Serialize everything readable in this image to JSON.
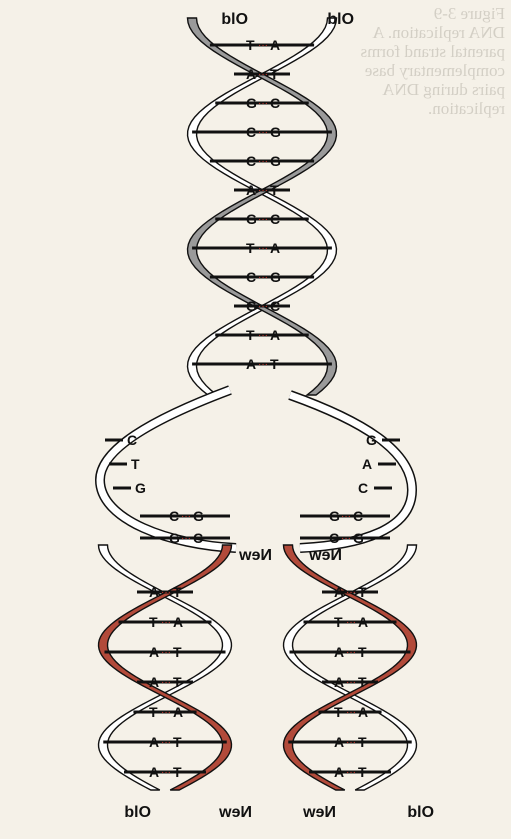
{
  "caption_ghost": "Figure 3-9\nDNA replication. A\nparental strand forms\ncomplementary base\npairs during DNA\nreplication.",
  "colors": {
    "old_strand": "#9a9a9a",
    "new_strand": "#b24a3a",
    "outline": "#111111",
    "hbond": "#d23a30",
    "background": "#f5f1e8"
  },
  "labels": {
    "top_left": "Old",
    "top_right": "Old",
    "fork_left_new": "New",
    "fork_right_new": "New",
    "bottom_1": "Old",
    "bottom_2": "New",
    "bottom_3": "New",
    "bottom_4": "Old"
  },
  "base_pairs_parent": [
    [
      "T",
      "A"
    ],
    [
      "A",
      "T"
    ],
    [
      "G",
      "C"
    ],
    [
      "C",
      "G"
    ],
    [
      "C",
      "G"
    ],
    [
      "A",
      "T"
    ],
    [
      "G",
      "C"
    ],
    [
      "T",
      "A"
    ],
    [
      "C",
      "G"
    ],
    [
      "G",
      "C"
    ],
    [
      "T",
      "A"
    ],
    [
      "A",
      "T"
    ]
  ],
  "unpaired_left": [
    "C",
    "T",
    "G"
  ],
  "unpaired_right": [
    "G",
    "A",
    "C"
  ],
  "fork_pairs_left": [
    [
      "C",
      "G"
    ],
    [
      "G",
      "C"
    ]
  ],
  "fork_pairs_right": [
    [
      "G",
      "C"
    ],
    [
      "C",
      "G"
    ]
  ],
  "daughter_left_pairs": [
    [
      "A",
      "T"
    ],
    [
      "T",
      "A"
    ],
    [
      "A",
      "T"
    ],
    [
      "A",
      "T"
    ],
    [
      "T",
      "A"
    ],
    [
      "A",
      "T"
    ],
    [
      "A",
      "T"
    ]
  ],
  "daughter_right_pairs": [
    [
      "A",
      "T"
    ],
    [
      "T",
      "A"
    ],
    [
      "A",
      "T"
    ],
    [
      "A",
      "T"
    ],
    [
      "T",
      "A"
    ],
    [
      "A",
      "T"
    ],
    [
      "A",
      "T"
    ]
  ]
}
